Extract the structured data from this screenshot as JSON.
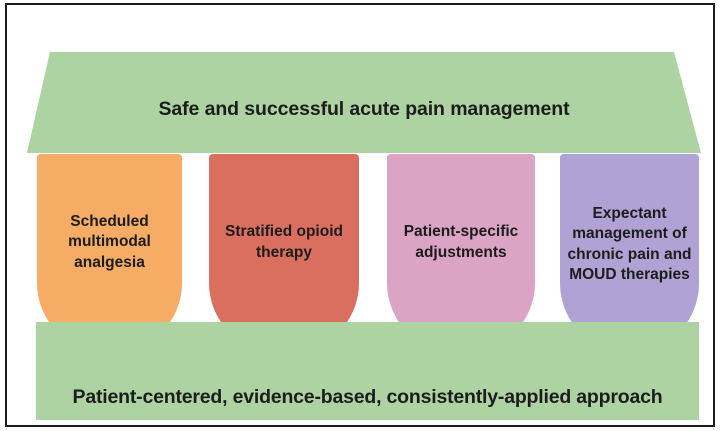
{
  "figure": {
    "type": "house-diagram",
    "title_text": "Safe and successful acute pain management",
    "foundation_text": "Patient-centered, evidence-based, consistently-applied approach",
    "colors": {
      "roof": "#aed3a2",
      "base": "#aed3a2",
      "pillar_1": "#f6ac65",
      "pillar_2": "#da6f5f",
      "pillar_3": "#dba3c4",
      "pillar_4": "#b1a2d6",
      "text": "#1c1c1c",
      "border": "#1a1a1a"
    }
  },
  "pillars": [
    {
      "label": "Scheduled multimodal analgesia"
    },
    {
      "label": "Stratified opioid therapy"
    },
    {
      "label": "Patient-specific adjustments"
    },
    {
      "label": "Expectant management of chronic pain and MOUD therapies"
    }
  ]
}
